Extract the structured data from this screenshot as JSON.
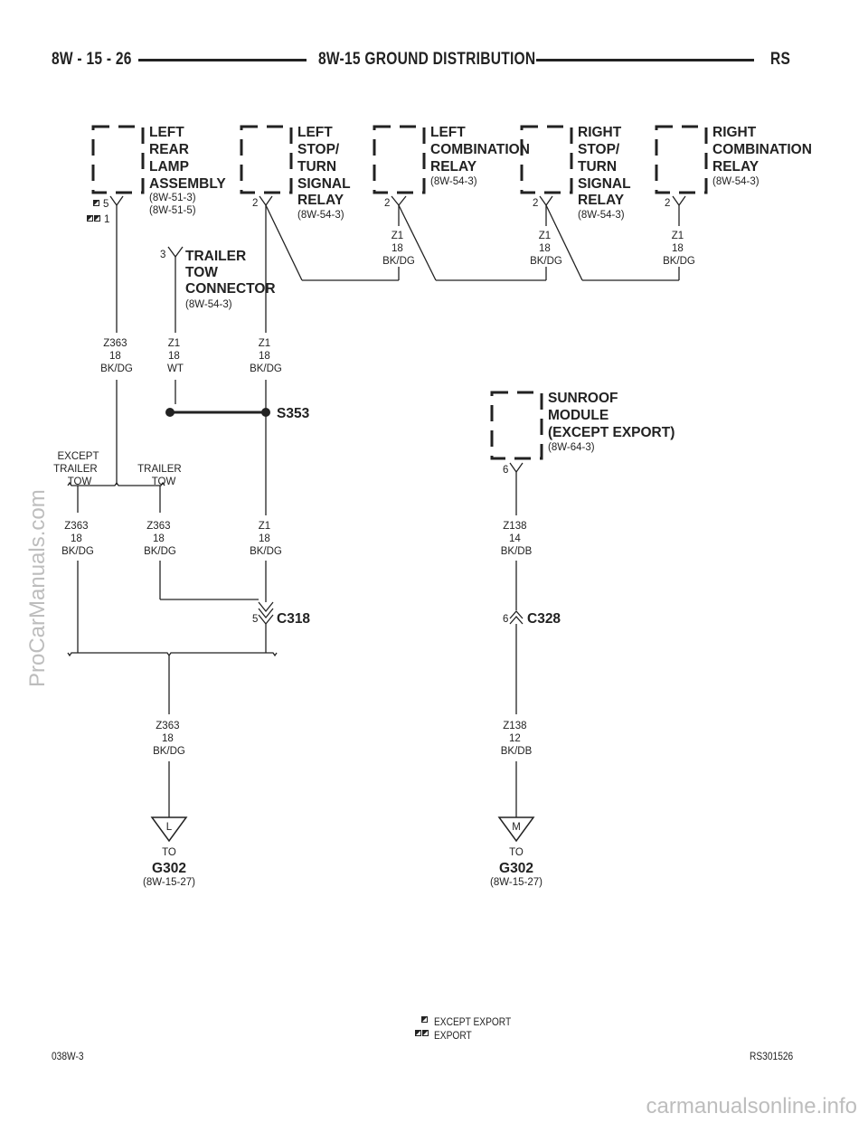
{
  "header": {
    "page_number": "8W - 15 - 26",
    "title": "8W-15 GROUND DISTRIBUTION",
    "model": "RS"
  },
  "components": {
    "left_rear_lamp": {
      "name": [
        "LEFT",
        "REAR",
        "LAMP",
        "ASSEMBLY"
      ],
      "refs": [
        "(8W-51-3)",
        "(8W-51-5)"
      ],
      "pin_a": "5",
      "pin_b": "1"
    },
    "left_stop_turn": {
      "name": [
        "LEFT",
        "STOP/",
        "TURN",
        "SIGNAL",
        "RELAY"
      ],
      "ref": "(8W-54-3)",
      "pin": "2"
    },
    "left_combination": {
      "name": [
        "LEFT",
        "COMBINATION",
        "RELAY"
      ],
      "ref": "(8W-54-3)",
      "pin": "2"
    },
    "right_stop_turn": {
      "name": [
        "RIGHT",
        "STOP/",
        "TURN",
        "SIGNAL",
        "RELAY"
      ],
      "ref": "(8W-54-3)",
      "pin": "2"
    },
    "right_combination": {
      "name": [
        "RIGHT",
        "COMBINATION",
        "RELAY"
      ],
      "ref": "(8W-54-3)",
      "pin": "2"
    },
    "trailer_tow_connector": {
      "name": [
        "TRAILER",
        "TOW",
        "CONNECTOR"
      ],
      "ref": "(8W-54-3)",
      "pin": "3"
    },
    "sunroof_module": {
      "name": [
        "SUNROOF",
        "MODULE",
        "(EXCEPT EXPORT)"
      ],
      "ref": "(8W-64-3)",
      "pin": "6"
    }
  },
  "wires": {
    "z1_left_comb": [
      "Z1",
      "18",
      "BK/DG"
    ],
    "z1_right_stop": [
      "Z1",
      "18",
      "BK/DG"
    ],
    "z1_right_comb": [
      "Z1",
      "18",
      "BK/DG"
    ],
    "z363_lamp": [
      "Z363",
      "18",
      "BK/DG"
    ],
    "z1_trailer": [
      "Z1",
      "18",
      "WT"
    ],
    "z1_left_stop": [
      "Z1",
      "18",
      "BK/DG"
    ],
    "z363_except": [
      "Z363",
      "18",
      "BK/DG"
    ],
    "z363_trailer": [
      "Z363",
      "18",
      "BK/DG"
    ],
    "z1_lower": [
      "Z1",
      "18",
      "BK/DG"
    ],
    "z363_main": [
      "Z363",
      "18",
      "BK/DG"
    ],
    "z138_upper": [
      "Z138",
      "14",
      "BK/DB"
    ],
    "z138_lower": [
      "Z138",
      "12",
      "BK/DB"
    ]
  },
  "options": {
    "except_trailer_tow": [
      "EXCEPT",
      "TRAILER",
      "TOW"
    ],
    "trailer_tow": [
      "TRAILER",
      "TOW"
    ]
  },
  "splice": {
    "name": "S353"
  },
  "connectors": {
    "c318": {
      "name": "C318",
      "pin": "5"
    },
    "c328": {
      "name": "C328",
      "pin": "6"
    }
  },
  "grounds": {
    "left": {
      "letter": "L",
      "to": "TO",
      "name": "G302",
      "ref": "(8W-15-27)"
    },
    "right": {
      "letter": "M",
      "to": "TO",
      "name": "G302",
      "ref": "(8W-15-27)"
    }
  },
  "legend": {
    "except_export": "EXCEPT EXPORT",
    "export": "EXPORT"
  },
  "footer": {
    "left_code": "038W-3",
    "right_code": "RS301526"
  },
  "watermarks": {
    "side": "ProCarManuals.com",
    "bottom": "carmanualsonline.info"
  }
}
